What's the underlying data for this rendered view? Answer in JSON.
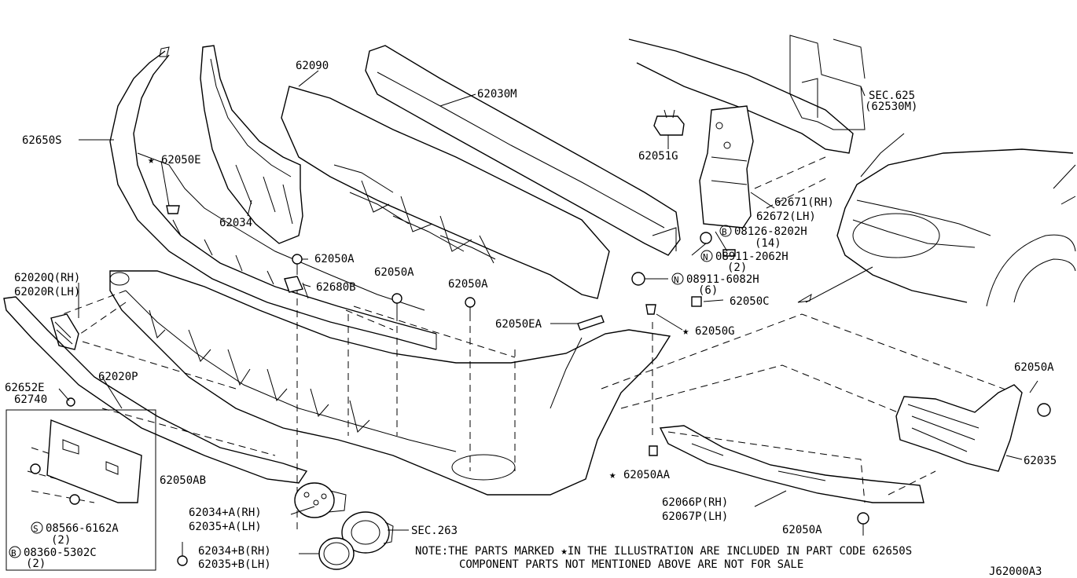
{
  "labels": {
    "l62090": "62090",
    "l62030M": "62030M",
    "lSEC625a": "SEC.625",
    "lSEC625b": "(62530M)",
    "l62650S": "62650S",
    "l62050E": "62050E",
    "l62034": "62034",
    "l62051G": "62051G",
    "l62671": "62671(RH)",
    "l62672": "62672(LH)",
    "l08126": "08126-8202H",
    "l08126q": "(14)",
    "l08911a": "08911-2062H",
    "l08911aq": "(2)",
    "l08911b": "08911-6082H",
    "l08911bq": "(6)",
    "l62050C": "62050C",
    "l62050G": "62050G",
    "l62050A_1": "62050A",
    "l62680B": "62680B",
    "l62050A_2": "62050A",
    "l62050A_3": "62050A",
    "l62050EA": "62050EA",
    "l62020Q": "62020Q(RH)",
    "l62020R": "62020R(LH)",
    "l62020P": "62020P",
    "l62652E": "62652E",
    "l62740": "62740",
    "l62050A_4": "62050A",
    "l62035": "62035",
    "l62050AA": "62050AA",
    "l62050AB": "62050AB",
    "l62066P": "62066P(RH)",
    "l62067P": "62067P(LH)",
    "l62050A_5": "62050A",
    "l62034A": "62034+A(RH)",
    "l62035A": "62035+A(LH)",
    "lSEC263": "SEC.263",
    "l08566": "08566-6162A",
    "l08566q": "(2)",
    "l08360": "08360-5302C",
    "l08360q": "(2)",
    "l62034B": "62034+B(RH)",
    "l62035B": "62035+B(LH)",
    "note1": "NOTE:THE PARTS MARKED ★IN THE ILLUSTRATION ARE INCLUDED IN PART CODE 62650S",
    "note2": "COMPONENT PARTS NOT MENTIONED ABOVE ARE NOT FOR SALE",
    "diagramCode": "J62000A3"
  },
  "symbols": {
    "star": "★",
    "bolt": "B",
    "nut": "N",
    "screw": "S"
  }
}
